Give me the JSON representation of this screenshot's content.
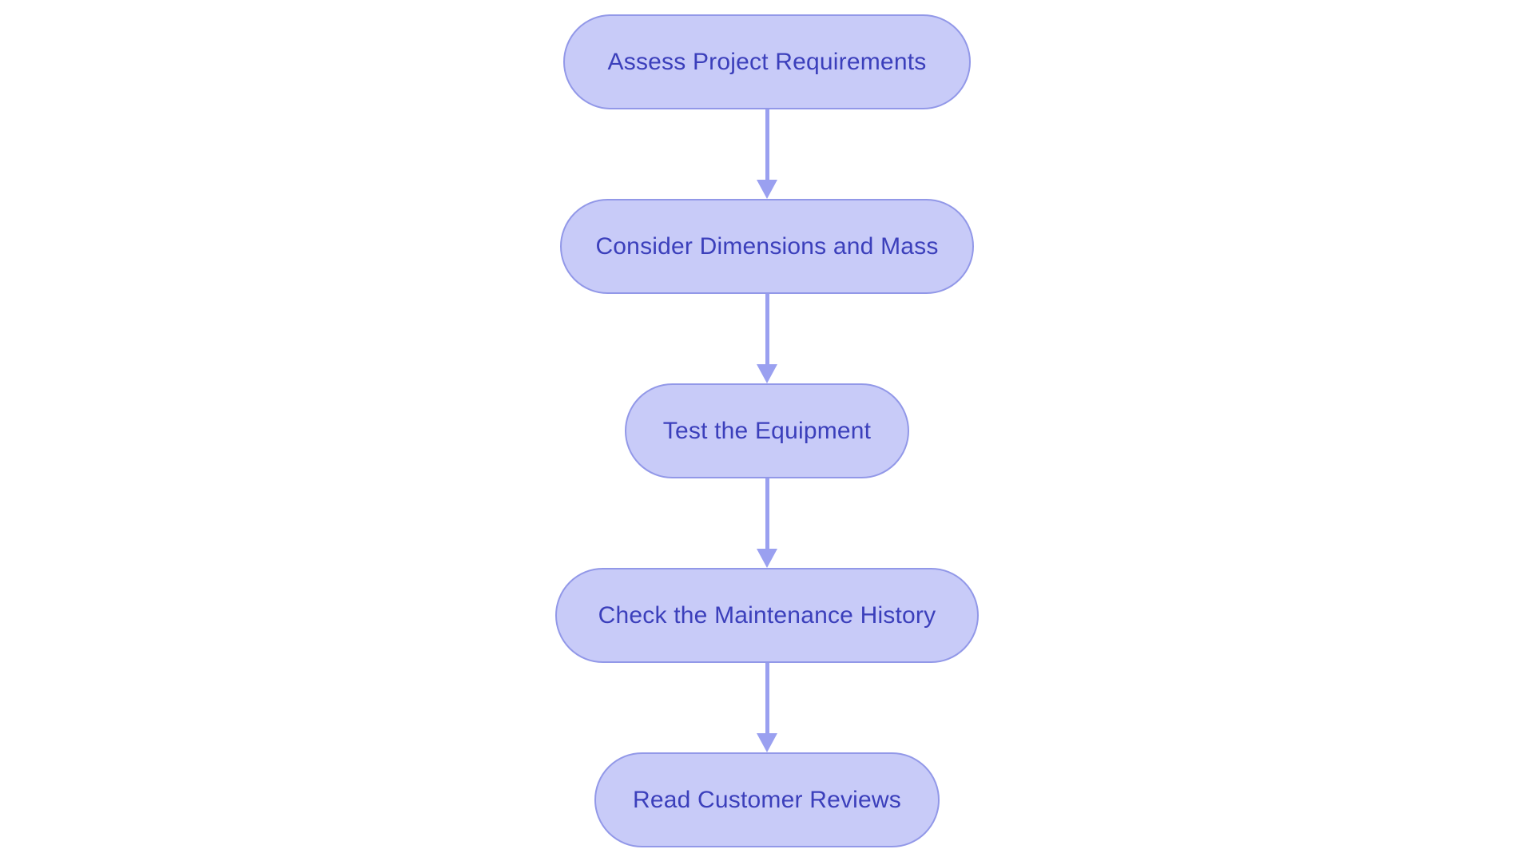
{
  "diagram": {
    "type": "flowchart",
    "direction": "top-to-bottom",
    "nodes": [
      {
        "id": "n1",
        "label": "Assess Project Requirements"
      },
      {
        "id": "n2",
        "label": "Consider Dimensions and Mass"
      },
      {
        "id": "n3",
        "label": "Test the Equipment"
      },
      {
        "id": "n4",
        "label": "Check the Maintenance History"
      },
      {
        "id": "n5",
        "label": "Read Customer Reviews"
      }
    ],
    "edges": [
      {
        "from": "n1",
        "to": "n2"
      },
      {
        "from": "n2",
        "to": "n3"
      },
      {
        "from": "n3",
        "to": "n4"
      },
      {
        "from": "n4",
        "to": "n5"
      }
    ],
    "colors": {
      "node_fill": "#c8cbf8",
      "node_border": "#9298e8",
      "node_text": "#3b3fbb",
      "arrow": "#9aa0f0",
      "background": "#ffffff"
    }
  }
}
